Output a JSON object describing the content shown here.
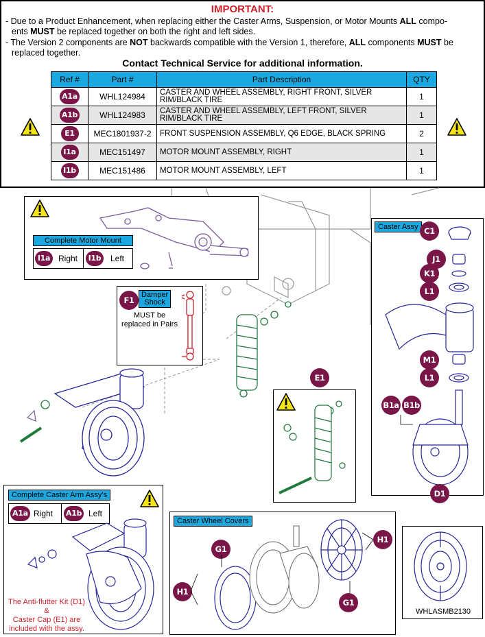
{
  "header": {
    "title": "IMPORTANT:",
    "note1": {
      "p1": "- Due to a Product Enhancement, when replacing either the Caster Arms, Suspension, or Motor Mounts ",
      "b1": "ALL",
      "p2": " compo-",
      "p3": "ents ",
      "b2": "MUST",
      "p4": " be replaced together on both the right and left sides."
    },
    "note2": {
      "p1": "- The Version 2 components are ",
      "b1": "NOT",
      "p2": " backwards compatible with the Version 1, therefore, ",
      "b2": "ALL",
      "p3": " components ",
      "b3": "MUST",
      "p4": " be",
      "p5": "replaced together."
    },
    "contact": "Contact Technical Service for additional information."
  },
  "parts_table": {
    "columns": [
      "Ref #",
      "Part #",
      "Part Description",
      "QTY"
    ],
    "rows": [
      {
        "ref": "A1a",
        "part": "WHL124984",
        "desc1": "CASTER AND WHEEL ASSEMBLY, RIGHT FRONT, SILVER",
        "desc2": "RIM/BLACK TIRE",
        "qty": "1"
      },
      {
        "ref": "A1b",
        "part": "WHL124983",
        "desc1": "CASTER AND WHEEL ASSEMBLY, LEFT FRONT, SILVER",
        "desc2": "RIM/BLACK TIRE",
        "qty": "1"
      },
      {
        "ref": "E1",
        "part": "MEC1801937-2",
        "desc1": "FRONT SUSPENSION ASSEMBLY, Q6 EDGE, BLACK SPRING",
        "desc2": "",
        "qty": "2"
      },
      {
        "ref": "I1a",
        "part": "MEC151497",
        "desc1": "MOTOR MOUNT ASSEMBLY, RIGHT",
        "desc2": "",
        "qty": "1"
      },
      {
        "ref": "I1b",
        "part": "MEC151486",
        "desc1": "MOTOR MOUNT ASSEMBLY, LEFT",
        "desc2": "",
        "qty": "1"
      }
    ]
  },
  "motor_mount_panel": {
    "label": "Complete Motor Mount",
    "right_ref": "I1a",
    "right_text": "Right",
    "left_ref": "I1b",
    "left_text": "Left"
  },
  "damper": {
    "ref": "F1",
    "label_line1": "Damper",
    "label_line2": "Shock",
    "note_line1": "MUST be",
    "note_line2": "replaced in Pairs"
  },
  "caster_assy": {
    "label": "Caster Assy",
    "callouts": [
      "C1",
      "J1",
      "K1",
      "L1",
      "M1",
      "L1"
    ],
    "pair": [
      "B1a",
      "B1b"
    ]
  },
  "suspension_callout": "E1",
  "caster_arm_panel": {
    "label": "Complete Caster Arm Assy's",
    "right_ref": "A1a",
    "right_text": "Right",
    "left_ref": "A1b",
    "left_text": "Left",
    "note_line1": "The Anti-flutter Kit (D1) &",
    "note_line2": "Caster Cap (E1) are",
    "note_line3": "included with the assy."
  },
  "wheel_covers_panel": {
    "label": "Caster Wheel Covers",
    "callouts": [
      "G1",
      "G1",
      "H1",
      "H1"
    ]
  },
  "d1_panel": {
    "ref": "D1",
    "part": "WHLASMB2130"
  },
  "colors": {
    "badge": "#7a1548",
    "header_blue": "#1ba8e0",
    "important_red": "#d0202a",
    "line_blue": "#27279a",
    "line_green": "#1f7a3c",
    "line_purple": "#7a5a9a",
    "line_red": "#c81e2a"
  }
}
